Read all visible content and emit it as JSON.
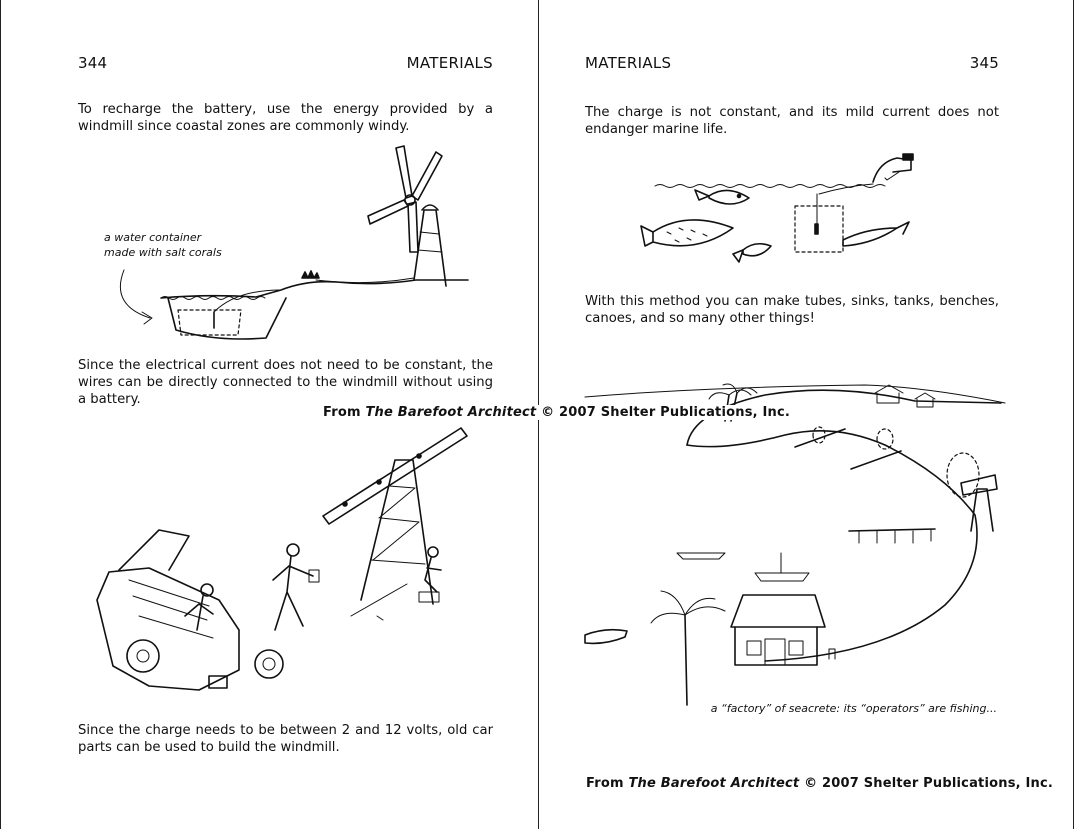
{
  "left_page": {
    "number": "344",
    "running_head": "MATERIALS",
    "paragraphs": [
      "To recharge the battery, use the energy provided by a windmill since coastal zones are commonly windy.",
      "Since the electrical current does not need to be constant, the wires can be directly connected to the windmill without using a battery.",
      "Since the charge needs to be between 2 and 12 volts, old car parts can be used to build the windmill."
    ],
    "windmill_figure_label": "a water container made with salt corals"
  },
  "right_page": {
    "number": "345",
    "running_head": "MATERIALS",
    "paragraphs": [
      "The charge is not constant, and its mild current does not endanger marine life.",
      "With this method you can make tubes, sinks, tanks, benches, canoes, and so many other things!"
    ],
    "landscape_caption": "a “factory” of seacrete: its “operators” are fishing..."
  },
  "credit": {
    "prefix": "From ",
    "book_title": "The Barefoot Architect",
    "suffix": " © 2007 Shelter Publications, Inc."
  }
}
